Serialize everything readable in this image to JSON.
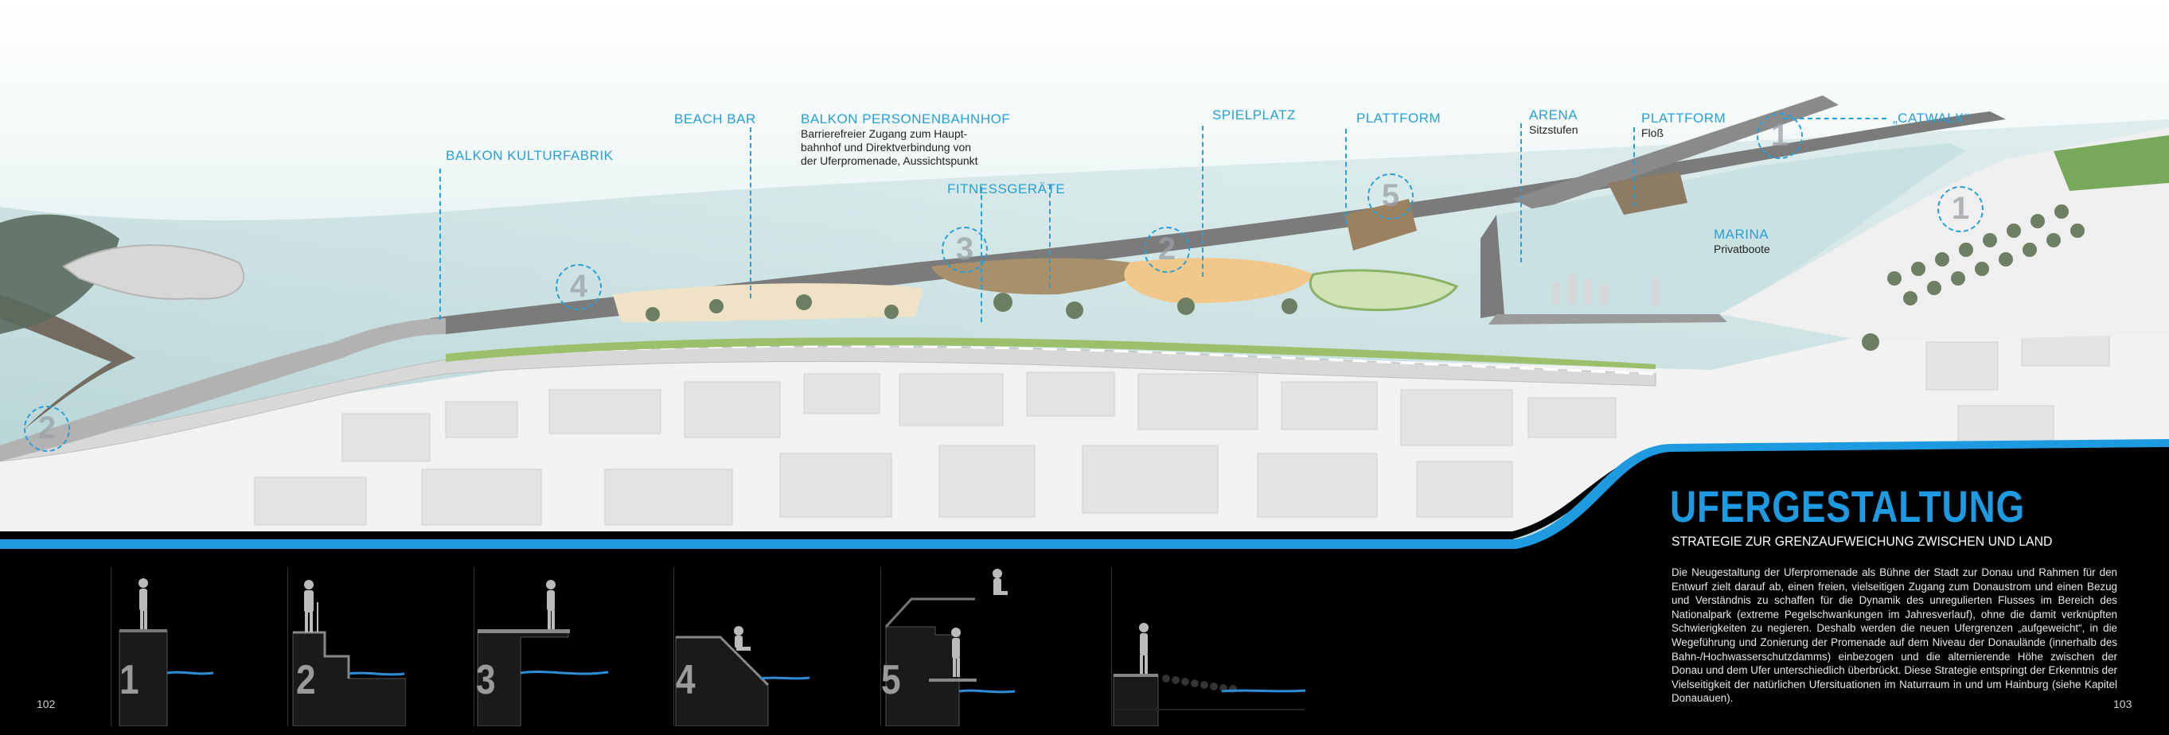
{
  "map": {
    "labels": [
      {
        "id": "balkon-kulturfabrik",
        "title": "BALKON KULTURFABRIK",
        "sub": ""
      },
      {
        "id": "beach-bar",
        "title": "BEACH BAR",
        "sub": ""
      },
      {
        "id": "balkon-personenbahnhof",
        "title": "BALKON PERSONENBAHNHOF",
        "sub": [
          "Barrierefreier Zugang zum Haupt-",
          "bahnhof und Direktverbindung von",
          "der Uferpromenade, Aussichtspunkt"
        ]
      },
      {
        "id": "fitnessgeraete",
        "title": "FITNESSGERÄTE",
        "sub": ""
      },
      {
        "id": "spielplatz",
        "title": "SPIELPLATZ",
        "sub": ""
      },
      {
        "id": "plattform",
        "title": "PLATTFORM",
        "sub": ""
      },
      {
        "id": "arena",
        "title": "ARENA",
        "sub": "Sitzstufen"
      },
      {
        "id": "plattform-floss",
        "title": "PLATTFORM",
        "sub": "Floß"
      },
      {
        "id": "catwalk",
        "title": "„CATWALK“",
        "sub": ""
      },
      {
        "id": "marina",
        "title": "MARINA",
        "sub": "Privatboote"
      }
    ],
    "markers": [
      "2",
      "4",
      "3",
      "2",
      "5",
      "1",
      "1"
    ]
  },
  "title": "UFERGESTALTUNG",
  "subtitle": "STRATEGIE ZUR GRENZAUFWEICHUNG ZWISCHEN UND LAND",
  "body": "Die Neugestaltung der Uferpromenade als Bühne der Stadt zur Donau und Rahmen für den Entwurf zielt darauf ab, einen freien, vielseitigen Zugang zum Donaustrom und einen Bezug und Verständnis zu schaffen für die Dynamik des unregulierten Flusses im Bereich des Nationalpark (extreme Pegelschwankungen im Jahresverlauf), ohne die damit verknüpften Schwierigkeiten zu negieren. Deshalb werden die neuen Ufergrenzen „aufgeweicht“, in die Wegeführung und Zonierung der Promenade auf dem Niveau der Donaulände (innerhalb des Bahn-/Hochwasserschutzdamms) einbezogen und die alternierende Höhe zwischen der Donau und dem Ufer unterschiedlich überbrückt. Diese Strategie entspringt der Erkenntnis der Vielseitigkeit der natürlichen Ufersituationen im Naturraum in und um Hainburg (siehe Kapitel Donauauen).",
  "panels": [
    "1",
    "2",
    "3",
    "4",
    "5",
    ""
  ],
  "page_left": "102",
  "page_right": "103",
  "colors": {
    "accent": "#1e9be0",
    "water": "#2a8fd6",
    "ground": "#ffffff",
    "dark": "#000000"
  }
}
